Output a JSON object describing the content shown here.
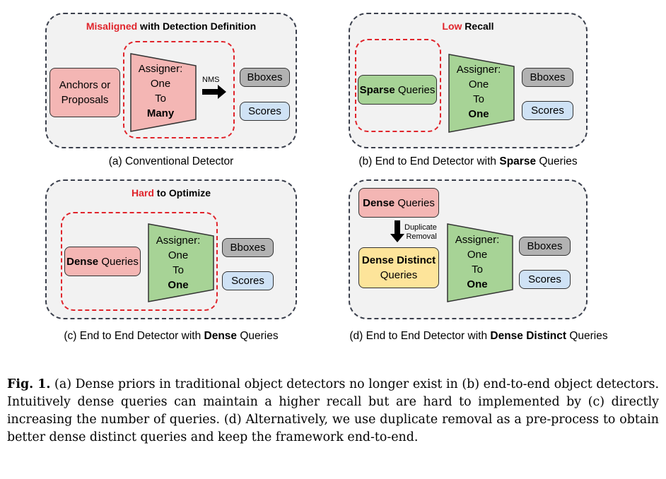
{
  "panel_a": {
    "title_highlight": "Misaligned",
    "title_rest": " with Detection Definition",
    "anchors": "Anchors or Proposals",
    "assigner_line1": "Assigner:",
    "assigner_line2": "One",
    "assigner_line3": "To",
    "assigner_line4": "Many",
    "nms": "NMS",
    "bboxes": "Bboxes",
    "scores": "Scores",
    "caption": "(a) Conventional Detector"
  },
  "panel_b": {
    "title_highlight": "Low",
    "title_rest": " Recall",
    "queries_bold": "Sparse",
    "queries_rest": " Queries",
    "assigner_line1": "Assigner:",
    "assigner_line2": "One",
    "assigner_line3": "To",
    "assigner_line4": "One",
    "bboxes": "Bboxes",
    "scores": "Scores",
    "caption_pre": "(b) End to End Detector with ",
    "caption_bold": "Sparse",
    "caption_post": " Queries"
  },
  "panel_c": {
    "title_highlight": "Hard",
    "title_rest": " to Optimize",
    "queries_bold": "Dense",
    "queries_rest": " Queries",
    "assigner_line1": "Assigner:",
    "assigner_line2": "One",
    "assigner_line3": "To",
    "assigner_line4": "One",
    "bboxes": "Bboxes",
    "scores": "Scores",
    "caption_pre": "(c) End to End Detector with ",
    "caption_bold": "Dense",
    "caption_post": " Queries"
  },
  "panel_d": {
    "dense_bold": "Dense",
    "dense_rest": " Queries",
    "removal_line1": "Duplicate",
    "removal_line2": "Removal",
    "distinct_bold": "Dense Distinct",
    "distinct_rest": "Queries",
    "assigner_line1": "Assigner:",
    "assigner_line2": "One",
    "assigner_line3": "To",
    "assigner_line4": "One",
    "bboxes": "Bboxes",
    "scores": "Scores",
    "caption_pre": "(d) End to End Detector with ",
    "caption_bold": "Dense Distinct",
    "caption_post": " Queries"
  },
  "figure_caption": {
    "label": "Fig. 1.",
    "text": " (a) Dense priors in traditional object detectors no longer exist in (b) end-to-end object detectors. Intuitively dense queries can maintain a higher recall but are hard to implemented by (c) directly increasing the number of queries. (d) Alternatively, we use duplicate removal as a pre-process to obtain better dense distinct queries and keep the framework end-to-end."
  },
  "colors": {
    "highlight_red": "#e0242b",
    "pink": "#f4b6b4",
    "green": "#a7d396",
    "gray": "#b2b2b2",
    "blue": "#cfe2f5",
    "yellow": "#fde49a"
  }
}
